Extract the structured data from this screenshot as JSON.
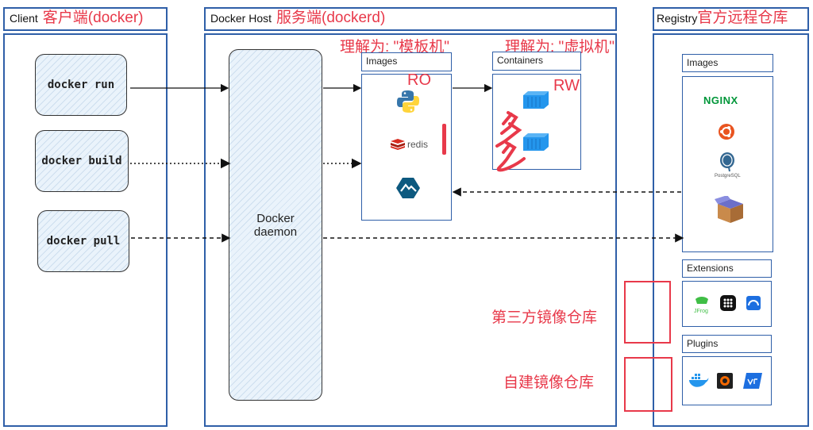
{
  "client": {
    "header": "Client",
    "header_cn": "客户端(docker)",
    "commands": [
      "docker run",
      "docker build",
      "docker pull"
    ]
  },
  "host": {
    "header": "Docker Host",
    "header_cn": "服务端(dockerd)",
    "daemon_line1": "Docker",
    "daemon_line2": "daemon",
    "images_label": "Images",
    "containers_label": "Containers",
    "images_note": "理解为: \"模板机\"",
    "containers_note": "理解为: \"虚拟机\"",
    "ro": "RO",
    "rw": "RW",
    "redis_text": "redis"
  },
  "registry": {
    "header": "Registry",
    "header_cn": "官方远程仓库",
    "images_label": "Images",
    "extensions_label": "Extensions",
    "plugins_label": "Plugins",
    "nginx_text": "NGINX",
    "postgres_text": "PostgreSQL",
    "jfrog_text": "JFrog",
    "third_party": "第三方镜像仓库",
    "self_built": "自建镜像仓库"
  },
  "colors": {
    "frame": "#2f5fa8",
    "annotation": "#e8394a",
    "docker_blue": "#2496ed"
  }
}
